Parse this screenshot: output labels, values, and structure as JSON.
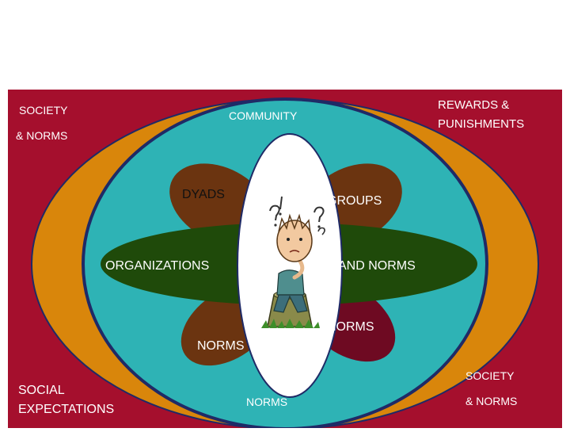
{
  "diagram": {
    "labels": {
      "society_top": "SOCIETY",
      "society_top_norms": "& NORMS",
      "community": "COMMUNITY",
      "rewards_line1": "REWARDS &",
      "rewards_line2": "PUNISHMENTS",
      "dyads": "DYADS",
      "groups": "GROUPS",
      "organizations": "ORGANIZATIONS",
      "and_norms": "AND NORMS",
      "norms_right_petal": "NORMS",
      "norms_left_petal": "NORMS",
      "social_line1": "SOCIAL",
      "social_line2": "EXPECTATIONS",
      "norms_bottom": "NORMS",
      "society_bottom": "SOCIETY",
      "society_bottom_norms": "& NORMS"
    },
    "colors": {
      "background": "#A50F2D",
      "orange_ring": "#D9860B",
      "teal_core": "#2EB3B5",
      "navy_outline": "#1F2A66",
      "brown_petal": "#6B3410",
      "maroon_petal": "#6E0A22",
      "green_band": "#1F4A0A",
      "center_oval": "#FFFFFF"
    }
  }
}
